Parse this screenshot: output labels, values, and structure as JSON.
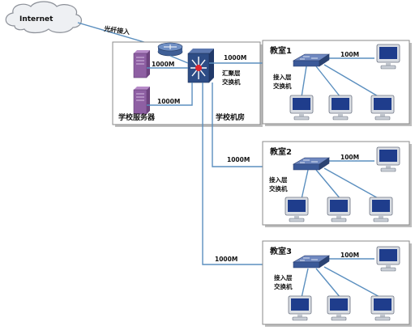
{
  "internet": {
    "label": "Internet"
  },
  "uplink": {
    "label": "光纤接入"
  },
  "server_room": {
    "room_label": "学校机房",
    "servers_label": "学校服务器",
    "core_switch_label_line1": "汇聚层",
    "core_switch_label_line2": "交换机",
    "link_to_server_top": "1000M",
    "link_to_server_bottom": "1000M"
  },
  "classrooms": [
    {
      "name": "教室1",
      "uplink_speed": "1000M",
      "switch_label_line1": "接入层",
      "switch_label_line2": "交换机",
      "pc_link_speed": "100M"
    },
    {
      "name": "教室2",
      "uplink_speed": "1000M",
      "switch_label_line1": "接入层",
      "switch_label_line2": "交换机",
      "pc_link_speed": "100M"
    },
    {
      "name": "教室3",
      "uplink_speed": "1000M",
      "switch_label_line1": "接入层",
      "switch_label_line2": "交换机",
      "pc_link_speed": "100M"
    }
  ],
  "colors": {
    "link": "#5b8fbf",
    "server": "#8e5fa3",
    "core_switch": "#2e4d86",
    "core_switch_dot": "#e0262f",
    "access_switch": "#3b5998",
    "monitor_screen": "#1f3d8c",
    "monitor_body": "#d9dde3"
  }
}
